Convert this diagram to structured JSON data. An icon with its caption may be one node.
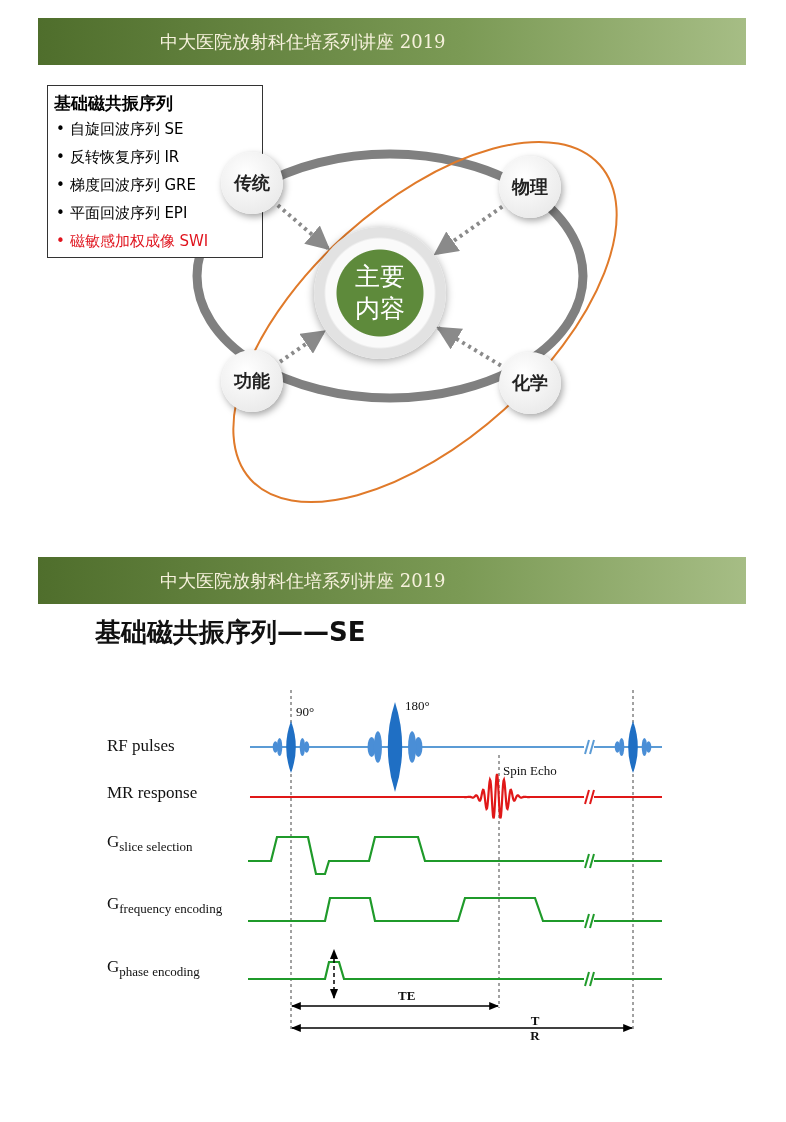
{
  "diagram": {
    "nodes": [
      {
        "text": [
          "基础磁共振序列",
          "• 自旋回波序列 SE",
          "• 反转恢复序列 IR",
          "• 梯度回波序列 GRE",
          "• 平面回波序列 EPI",
          "• 磁敏感加权成像 SWI"
        ]
      },
      {
        "text": [
          "传统"
        ]
      },
      {
        "text": [
          "物理"
        ]
      },
      {
        "text": [
          "主要内容"
        ]
      },
      {
        "text": [
          "功能"
        ]
      },
      {
        "text": [
          "化学"
        ]
      }
    ],
    "edges": [
      {
        "from": 1,
        "to": 3,
        "arrow": "to",
        "style": "dashed"
      },
      {
        "from": 2,
        "to": 3,
        "arrow": "to",
        "style": "dashed"
      },
      {
        "from": 4,
        "to": 3,
        "arrow": "to",
        "style": "dashed"
      },
      {
        "from": 5,
        "to": 3,
        "arrow": "to",
        "style": "dashed"
      }
    ],
    "labels": [
      "中大医院放射科住培系列讲座 2019",
      "中大医院放射科住培系列讲座 2019",
      "基础磁共振序列——SE",
      "90°",
      "180°",
      "RF pulses",
      "Spin Echo",
      "MR response",
      "G$_{slice selection}$",
      "G$_{frequency encoding}$",
      "G$_{phase encoding}$",
      "TE",
      "T R"
    ]
  }
}
